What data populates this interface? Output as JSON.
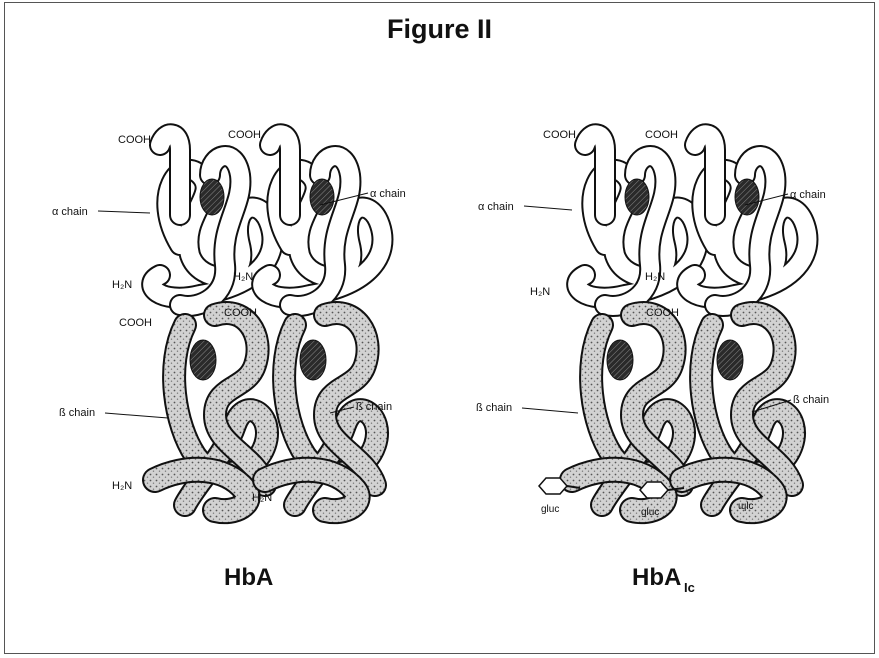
{
  "figure": {
    "title": "Figure II"
  },
  "labels": {
    "cooh": "COOH",
    "alpha_chain": "α chain",
    "beta_chain": "ß chain",
    "h2n": "H₂N",
    "gluc": "gluc",
    "glucose_mark": "ɰlc"
  },
  "panels": [
    {
      "caption": "HbA",
      "caption_sub": ""
    },
    {
      "caption": "HbA",
      "caption_sub": "Ic"
    }
  ],
  "colors": {
    "ink": "#111111",
    "heme": "#3a3a3a",
    "beta_fill": "#c9c9c9",
    "alpha_fill": "#ffffff"
  }
}
